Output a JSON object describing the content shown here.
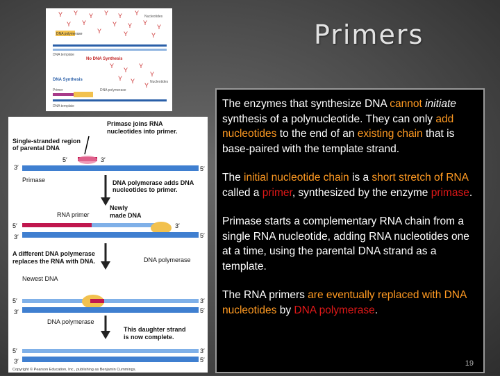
{
  "slide": {
    "title": "Primers",
    "page_number": "19"
  },
  "top_figure": {
    "label_nucleotides_1": "Nucleotides",
    "label_dna_polymerase_1": "DNA polymerase",
    "label_dna_template_1": "DNA template",
    "label_no_synthesis": "No DNA Synthesis",
    "label_dna_synthesis": "DNA Synthesis",
    "label_nucleotides_2": "Nucleotides",
    "label_primer": "Primer",
    "label_dna_polymerase_2": "DNA polymerase",
    "label_dna_template_2": "DNA template"
  },
  "main_figure": {
    "primase_joins_1": "Primase joins RNA",
    "primase_joins_2": "nucleotides into primer.",
    "single_stranded_1": "Single-stranded region",
    "single_stranded_2": "of parental DNA",
    "primase": "Primase",
    "pol_adds_1": "DNA polymerase adds DNA",
    "pol_adds_2": "nucleotides to primer.",
    "rna_primer": "RNA primer",
    "newly_1": "Newly",
    "newly_2": "made DNA",
    "different_pol_1": "A different DNA polymerase",
    "different_pol_2": "replaces the RNA with DNA.",
    "dna_polymerase_1": "DNA polymerase",
    "newest_dna": "Newest DNA",
    "dna_polymerase_2": "DNA polymerase",
    "daughter_1": "This daughter strand",
    "daughter_2": "is now complete.",
    "end_5prime": "5′",
    "end_3prime": "3′",
    "copyright": "Copyright © Pearson Education, Inc., publishing as Benjamin Cummings."
  },
  "paragraphs": {
    "p1": {
      "a": "The enzymes that synthesize DNA ",
      "b": "cannot",
      "c": "initiate",
      "d": " synthesis of a polynucleotide.  They can only ",
      "e": "add nucleotides",
      "f": " to the end of an ",
      "g": "existing chain",
      "h": " that is base-paired with the template strand."
    },
    "p2": {
      "a": "The ",
      "b": "initial nucleotide chain",
      "c": " is a ",
      "d": "short stretch of RNA",
      "e": " called a ",
      "f": "primer",
      "g": ", synthesized by the enzyme ",
      "h": "primase",
      "i": "."
    },
    "p3": "Primase starts a complementary RNA chain from a single RNA nucleotide, adding RNA nucleotides one at a time, using the parental DNA strand as a template.",
    "p4": {
      "a": "The RNA primers ",
      "b": "are eventually replaced with DNA nucleotides",
      "c": " by ",
      "d": "DNA polymerase",
      "e": "."
    }
  },
  "colors": {
    "highlight_orange": "#ff9a22",
    "highlight_red": "#e01818",
    "dna_blue": "#3f7fd0",
    "rna_red": "#c0174e",
    "primase_pink": "#e87aa0"
  }
}
